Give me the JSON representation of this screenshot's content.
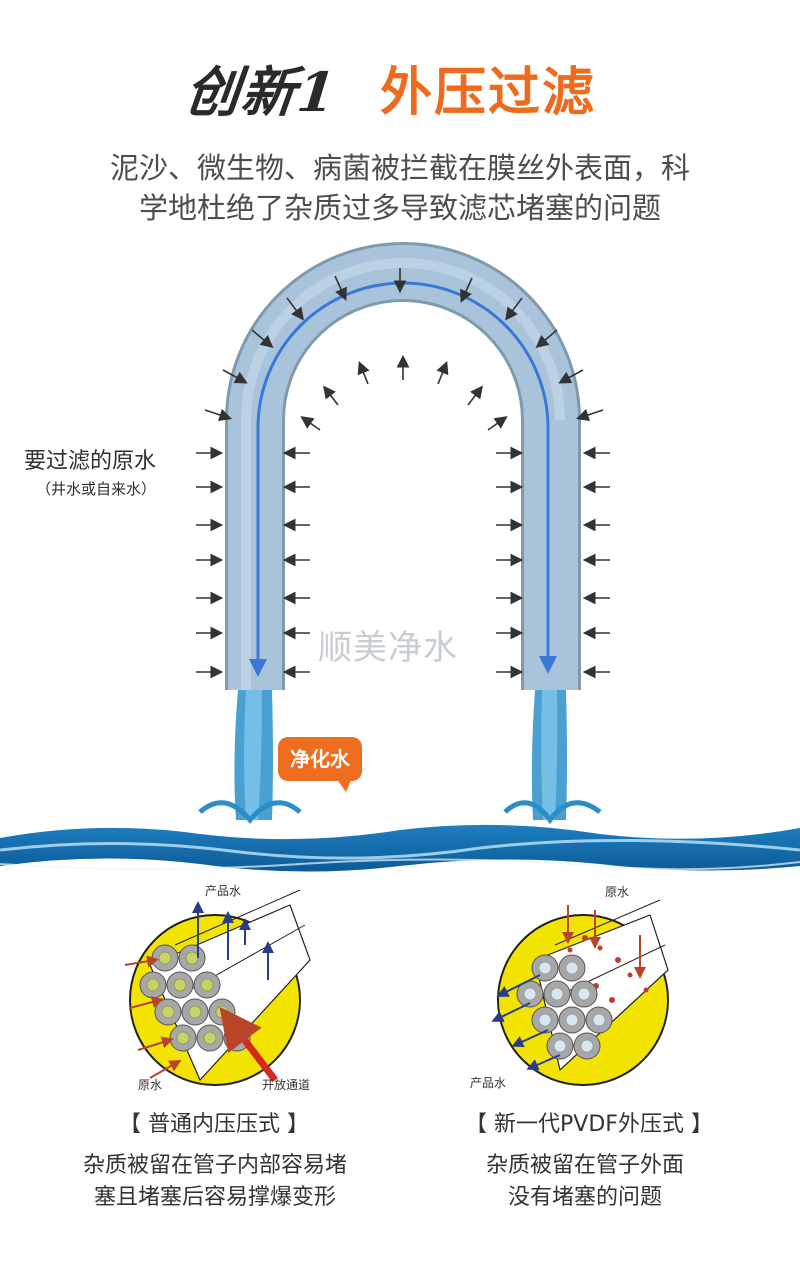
{
  "header": {
    "title_calligraphy": "创新1",
    "title_main": "外压过滤",
    "subtitle_line1": "泥沙、微生物、病菌被拦截在膜丝外表面，科",
    "subtitle_line2": "学地杜绝了杂质过多导致滤芯堵塞的问题"
  },
  "diagram": {
    "raw_water_label": "要过滤的原水",
    "raw_water_sub": "（井水或自来水）",
    "purified_label": "净化水",
    "watermark": "顺美净水",
    "colors": {
      "tube": "#a9c4da",
      "flow_arrow": "#3a78d8",
      "water": "#2a8fc9",
      "accent": "#ef6d1f"
    }
  },
  "comparison": {
    "left": {
      "top_caption": "产品水",
      "bottom_left_caption": "原水",
      "bottom_right_caption": "开放通道",
      "heading": "【 普通内压压式 】",
      "desc_line1": "杂质被留在管子内部容易堵",
      "desc_line2": "塞且堵塞后容易撑爆变形"
    },
    "right": {
      "top_caption": "原水",
      "bottom_caption": "产品水",
      "heading": "【 新一代PVDF外压式 】",
      "desc_line1": "杂质被留在管子外面",
      "desc_line2": "没有堵塞的问题"
    }
  }
}
